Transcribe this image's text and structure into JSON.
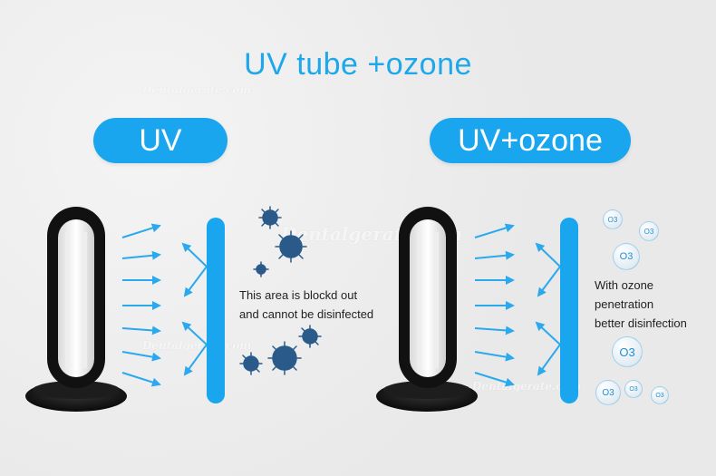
{
  "title": "UV tube +ozone",
  "left_panel": {
    "pill_label": "UV",
    "note_line1": "This area is blockd out",
    "note_line2": "and cannot be disinfected"
  },
  "right_panel": {
    "pill_label": "UV+ozone",
    "note_line1": "With ozone",
    "note_line2": "penetration",
    "note_line3": "better disinfection",
    "ozone_label": "O3"
  },
  "watermark_text": "Dentalgerate.com",
  "colors": {
    "accent": "#1aa6ee",
    "arrow": "#2aa9ee",
    "virus": "#2a5a8a",
    "lamp": "#111111"
  }
}
